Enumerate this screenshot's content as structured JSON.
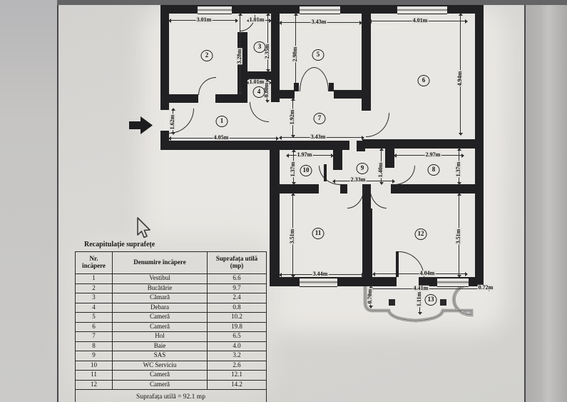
{
  "colors": {
    "wall": "#212123",
    "paper": "#d8d6d3",
    "plan_paper": "#e6e4e1",
    "bezel": "#646467",
    "seam": "#47474a"
  },
  "heading": "Recapitulație suprafețe",
  "table": {
    "columns": [
      [
        "Nr.",
        "încăpere"
      ],
      [
        "Denumire încăpere"
      ],
      [
        "Suprafața utilă",
        "(mp)"
      ]
    ],
    "rows": [
      [
        "1",
        "Vestibul",
        "6.6"
      ],
      [
        "2",
        "Bucătărie",
        "9.7"
      ],
      [
        "3",
        "Cămară",
        "2.4"
      ],
      [
        "4",
        "Debara",
        "0.8"
      ],
      [
        "5",
        "Cameră",
        "10.2"
      ],
      [
        "6",
        "Cameră",
        "19.8"
      ],
      [
        "7",
        "Hol",
        "6.5"
      ],
      [
        "8",
        "Baie",
        "4.0"
      ],
      [
        "9",
        "SAS",
        "3.2"
      ],
      [
        "10",
        "WC Serviciu",
        "2.6"
      ],
      [
        "11",
        "Cameră",
        "12.1"
      ],
      [
        "12",
        "Cameră",
        "14.2"
      ]
    ],
    "footer": "Suprafața utilă = 92.1 mp"
  },
  "plan": {
    "rooms": [
      [
        "1",
        311,
        170
      ],
      [
        "2",
        290,
        78
      ],
      [
        "3",
        364,
        66
      ],
      [
        "4",
        363,
        129
      ],
      [
        "5",
        446,
        77
      ],
      [
        "6",
        594,
        113
      ],
      [
        "7",
        448,
        166
      ],
      [
        "8",
        608,
        238
      ],
      [
        "9",
        508,
        236
      ],
      [
        "10",
        429,
        239
      ],
      [
        "11",
        446,
        327
      ],
      [
        "12",
        590,
        328
      ],
      [
        "13",
        604,
        420
      ]
    ],
    "dims": [
      [
        "3.01m",
        286,
        28,
        0
      ],
      [
        "1.01m",
        360,
        28,
        0
      ],
      [
        "3.43m",
        447,
        31,
        0
      ],
      [
        "4.01m",
        589,
        29,
        0
      ],
      [
        "1.01m",
        360,
        115,
        0
      ],
      [
        "4.05m",
        310,
        193,
        0
      ],
      [
        "3.43m",
        446,
        192,
        0
      ],
      [
        "1.97m",
        427,
        217,
        0
      ],
      [
        "2.97m",
        607,
        217,
        0
      ],
      [
        "2.33m",
        502,
        252,
        0
      ],
      [
        "3.44m",
        449,
        384,
        0
      ],
      [
        "4.04m",
        599,
        383,
        0
      ],
      [
        "4.41m",
        590,
        404,
        0
      ],
      [
        "0.72m",
        681,
        403,
        0
      ],
      [
        "3.28m",
        336,
        79,
        1
      ],
      [
        "2.35m",
        375,
        72,
        1
      ],
      [
        "2.98m",
        414,
        76,
        1
      ],
      [
        "4.94m",
        645,
        110,
        1
      ],
      [
        "0.80m",
        374,
        126,
        1
      ],
      [
        "1.62m",
        242,
        171,
        1
      ],
      [
        "1.92m",
        410,
        164,
        1
      ],
      [
        "1.37m",
        411,
        237,
        1
      ],
      [
        "1.40m",
        534,
        238,
        1
      ],
      [
        "1.37m",
        643,
        237,
        1
      ],
      [
        "3.51m",
        410,
        331,
        1
      ],
      [
        "3.51m",
        643,
        331,
        1
      ],
      [
        "1.11m",
        588,
        419,
        1
      ],
      [
        "0.70m",
        519,
        415,
        1
      ]
    ],
    "walls": [
      [
        225,
        7,
        453,
        12
      ],
      [
        666,
        7,
        12,
        394
      ],
      [
        225,
        7,
        12,
        147
      ],
      [
        225,
        183,
        12,
        27
      ],
      [
        225,
        197,
        265,
        13
      ],
      [
        508,
        195,
        170,
        13
      ],
      [
        500,
        197,
        12,
        15
      ],
      [
        225,
        132,
        53,
        12
      ],
      [
        302,
        132,
        45,
        12
      ],
      [
        333,
        45,
        14,
        87
      ],
      [
        380,
        19,
        12,
        124
      ],
      [
        333,
        100,
        59,
        12
      ],
      [
        380,
        126,
        33,
        12
      ],
      [
        468,
        126,
        40,
        12
      ],
      [
        507,
        7,
        13,
        148
      ],
      [
        378,
        197,
        14,
        204
      ],
      [
        467,
        210,
        13,
        28
      ],
      [
        392,
        258,
        55,
        13
      ],
      [
        477,
        258,
        10,
        13
      ],
      [
        548,
        258,
        130,
        13
      ],
      [
        508,
        258,
        12,
        36
      ],
      [
        508,
        292,
        14,
        96
      ],
      [
        540,
        195,
        13,
        40
      ],
      [
        378,
        388,
        178,
        13
      ],
      [
        587,
        388,
        91,
        13
      ]
    ],
    "leaves": [
      [
        412,
        116,
        7,
        12
      ],
      [
        461,
        116,
        7,
        12
      ],
      [
        454,
        230,
        4,
        24
      ],
      [
        555,
        352,
        4,
        36
      ]
    ],
    "windows": [
      [
        277,
        8,
        48,
        10
      ],
      [
        420,
        8,
        57,
        10
      ],
      [
        557,
        8,
        70,
        10
      ],
      [
        420,
        389,
        53,
        11
      ],
      [
        613,
        389,
        44,
        11
      ]
    ],
    "doors": [
      [
        237,
        152,
        34,
        34,
        "br"
      ],
      [
        278,
        108,
        24,
        24,
        "tl"
      ],
      [
        336,
        21,
        21,
        22,
        "br"
      ],
      [
        350,
        143,
        26,
        27,
        "bl"
      ],
      [
        420,
        94,
        20,
        33,
        "tl"
      ],
      [
        440,
        94,
        20,
        33,
        "tr"
      ],
      [
        513,
        158,
        32,
        33,
        "br"
      ],
      [
        447,
        232,
        29,
        26,
        "bl"
      ],
      [
        553,
        232,
        28,
        26,
        "br"
      ],
      [
        487,
        262,
        23,
        29,
        "br"
      ],
      [
        518,
        262,
        23,
        29,
        "bl"
      ],
      [
        559,
        352,
        35,
        36,
        "tr"
      ]
    ],
    "dlines": [
      [
        237,
        28,
        96,
        "h"
      ],
      [
        347,
        28,
        33,
        "h"
      ],
      [
        392,
        31,
        115,
        "h"
      ],
      [
        518,
        29,
        137,
        "h"
      ],
      [
        347,
        115,
        33,
        "h"
      ],
      [
        237,
        193,
        153,
        "h"
      ],
      [
        392,
        192,
        118,
        "h"
      ],
      [
        402,
        217,
        65,
        "h"
      ],
      [
        553,
        217,
        97,
        "h"
      ],
      [
        467,
        253,
        86,
        "h"
      ],
      [
        392,
        384,
        118,
        "h"
      ],
      [
        523,
        383,
        132,
        "h"
      ],
      [
        520,
        404,
        168,
        "h"
      ],
      [
        336,
        19,
        113,
        "v"
      ],
      [
        375,
        19,
        81,
        "v"
      ],
      [
        414,
        19,
        107,
        "v"
      ],
      [
        645,
        19,
        170,
        "v"
      ],
      [
        374,
        112,
        31,
        "v"
      ],
      [
        242,
        152,
        36,
        "v"
      ],
      [
        410,
        138,
        54,
        "v"
      ],
      [
        411,
        210,
        48,
        "v"
      ],
      [
        534,
        208,
        50,
        "v"
      ],
      [
        643,
        208,
        50,
        "v"
      ],
      [
        410,
        271,
        117,
        "v"
      ],
      [
        643,
        271,
        117,
        "v"
      ],
      [
        588,
        401,
        39,
        "v"
      ],
      [
        519,
        401,
        30,
        "v"
      ]
    ]
  }
}
